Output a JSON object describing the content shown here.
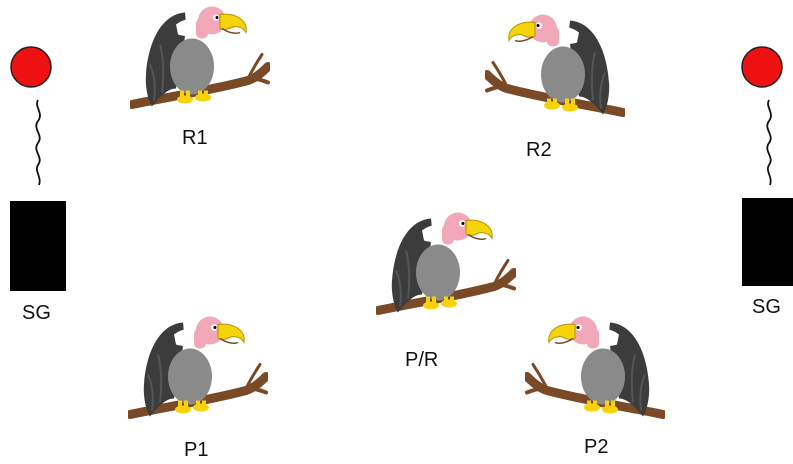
{
  "colors": {
    "balloon": "#ee1111",
    "box": "#000000",
    "branch": "#7a4a26",
    "feather": "#3c3c3c",
    "body": "#8a8a8a",
    "head": "#f2a8b8",
    "beak": "#f5d20a"
  },
  "devices": [
    {
      "id": "sg-left",
      "label": "SG"
    },
    {
      "id": "sg-right",
      "label": "SG"
    }
  ],
  "vultures": [
    {
      "id": "r1",
      "label": "R1",
      "facing": "right"
    },
    {
      "id": "r2",
      "label": "R2",
      "facing": "left"
    },
    {
      "id": "pr",
      "label": "P/R",
      "facing": "right"
    },
    {
      "id": "p1",
      "label": "P1",
      "facing": "right"
    },
    {
      "id": "p2",
      "label": "P2",
      "facing": "left"
    }
  ]
}
